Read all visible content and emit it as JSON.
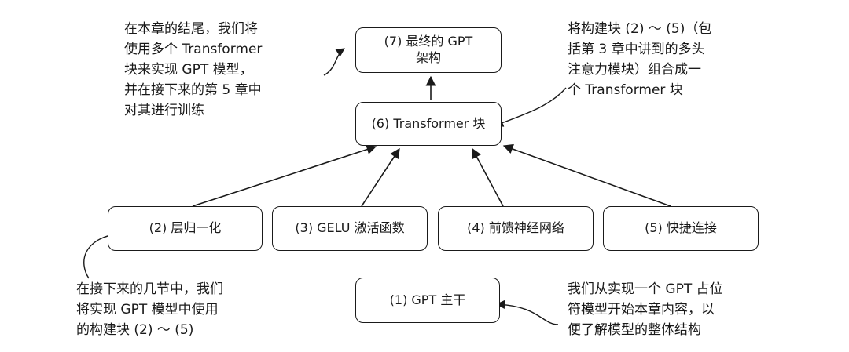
{
  "diagram": {
    "box_final": "(7) 最终的 GPT\n架构",
    "box_block": "(6) Transformer 块",
    "box_ln": "(2) 层归一化",
    "box_gelu": "(3) GELU 激活函数",
    "box_ff": "(4) 前馈神经网络",
    "box_shortcut": "(5) 快捷连接",
    "box_backbone": "(1) GPT 主干"
  },
  "notes": {
    "top_left": "在本章的结尾，我们将\n使用多个 Transformer\n块来实现 GPT 模型，\n并在接下来的第 5 章中\n对其进行训练",
    "top_right": "将构建块 (2) ～ (5)（包\n括第 3 章中讲到的多头\n注意力模块）组合成一\n个 Transformer 块",
    "bottom_left": "在接下来的几节中，我们\n将实现 GPT 模型中使用\n的构建块 (2) ～ (5)",
    "bottom_right": "我们从实现一个 GPT 占位\n符模型开始本章内容，以\n便了解模型的整体结构"
  }
}
